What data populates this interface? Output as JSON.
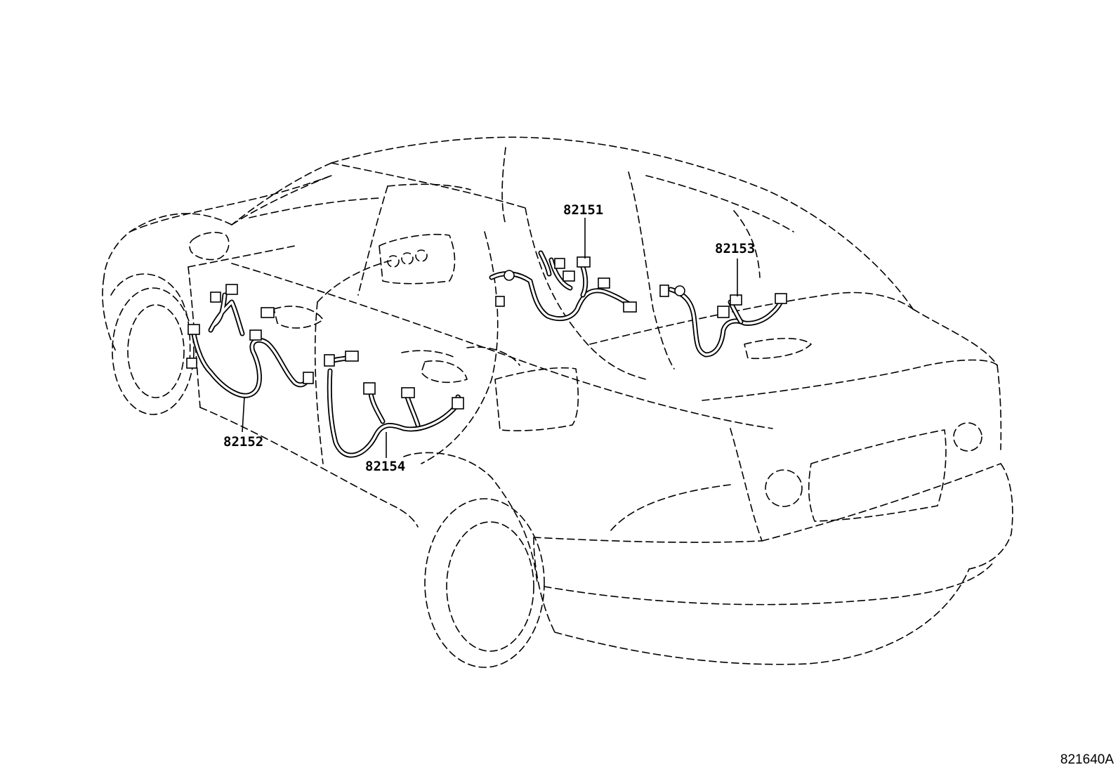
{
  "diagram": {
    "reference_code": "821640A",
    "harnesses": [
      {
        "id": "82151",
        "label": "82151"
      },
      {
        "id": "82152",
        "label": "82152"
      },
      {
        "id": "82153",
        "label": "82153"
      },
      {
        "id": "82154",
        "label": "82154"
      }
    ]
  }
}
